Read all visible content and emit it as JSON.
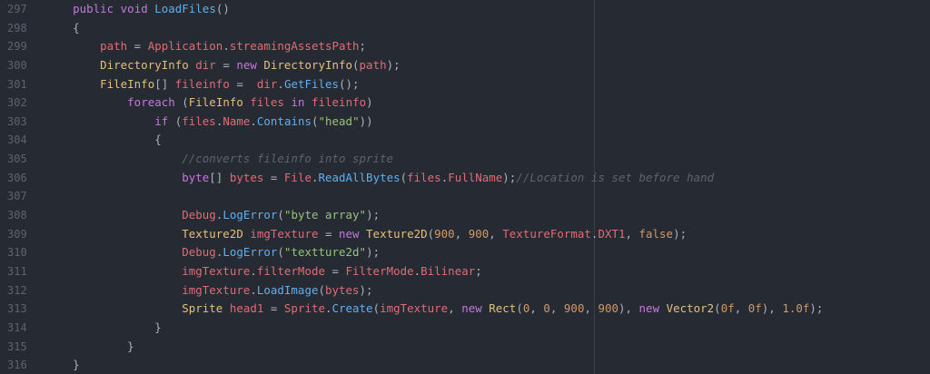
{
  "editor": {
    "theme_colors": {
      "background": "#262a33",
      "line_number": "#5c6370",
      "keyword": "#c678dd",
      "function": "#61afef",
      "type": "#e5c07b",
      "variable": "#e06c75",
      "string": "#98c379",
      "number": "#d19a66",
      "comment": "#5c6370",
      "punctuation": "#abb2bf"
    },
    "lines": [
      {
        "number": "297",
        "indent": "        ",
        "tokens": [
          [
            "kw",
            "public"
          ],
          [
            "pu",
            " "
          ],
          [
            "kw",
            "void"
          ],
          [
            "pu",
            " "
          ],
          [
            "fn",
            "LoadFiles"
          ],
          [
            "pu",
            "()"
          ]
        ]
      },
      {
        "number": "298",
        "indent": "        ",
        "tokens": [
          [
            "pu",
            "{"
          ]
        ]
      },
      {
        "number": "299",
        "indent": "            ",
        "tokens": [
          [
            "var",
            "path"
          ],
          [
            "pu",
            " = "
          ],
          [
            "var",
            "Application"
          ],
          [
            "pu",
            "."
          ],
          [
            "var",
            "streamingAssetsPath"
          ],
          [
            "pu",
            ";"
          ]
        ]
      },
      {
        "number": "300",
        "indent": "            ",
        "tokens": [
          [
            "ty",
            "DirectoryInfo"
          ],
          [
            "pu",
            " "
          ],
          [
            "var",
            "dir"
          ],
          [
            "pu",
            " = "
          ],
          [
            "kw",
            "new"
          ],
          [
            "pu",
            " "
          ],
          [
            "ty",
            "DirectoryInfo"
          ],
          [
            "pu",
            "("
          ],
          [
            "var",
            "path"
          ],
          [
            "pu",
            ");"
          ]
        ]
      },
      {
        "number": "301",
        "indent": "            ",
        "tokens": [
          [
            "ty",
            "FileInfo"
          ],
          [
            "pu",
            "[] "
          ],
          [
            "var",
            "fileinfo"
          ],
          [
            "pu",
            " =  "
          ],
          [
            "var",
            "dir"
          ],
          [
            "pu",
            "."
          ],
          [
            "fn",
            "GetFiles"
          ],
          [
            "pu",
            "();"
          ]
        ]
      },
      {
        "number": "302",
        "indent": "                ",
        "tokens": [
          [
            "kw",
            "foreach"
          ],
          [
            "pu",
            " ("
          ],
          [
            "ty",
            "FileInfo"
          ],
          [
            "pu",
            " "
          ],
          [
            "var",
            "files"
          ],
          [
            "pu",
            " "
          ],
          [
            "kw",
            "in"
          ],
          [
            "pu",
            " "
          ],
          [
            "var",
            "fileinfo"
          ],
          [
            "pu",
            ")"
          ]
        ]
      },
      {
        "number": "303",
        "indent": "                    ",
        "tokens": [
          [
            "kw",
            "if"
          ],
          [
            "pu",
            " ("
          ],
          [
            "var",
            "files"
          ],
          [
            "pu",
            "."
          ],
          [
            "var",
            "Name"
          ],
          [
            "pu",
            "."
          ],
          [
            "fn",
            "Contains"
          ],
          [
            "pu",
            "("
          ],
          [
            "str",
            "\"head\""
          ],
          [
            "pu",
            "))"
          ]
        ]
      },
      {
        "number": "304",
        "indent": "                    ",
        "tokens": [
          [
            "pu",
            "{"
          ]
        ]
      },
      {
        "number": "305",
        "indent": "                        ",
        "tokens": [
          [
            "cm",
            "//converts fileinfo into sprite"
          ]
        ]
      },
      {
        "number": "306",
        "indent": "                        ",
        "tokens": [
          [
            "kw",
            "byte"
          ],
          [
            "pu",
            "[] "
          ],
          [
            "var",
            "bytes"
          ],
          [
            "pu",
            " = "
          ],
          [
            "var",
            "File"
          ],
          [
            "pu",
            "."
          ],
          [
            "fn",
            "ReadAllBytes"
          ],
          [
            "pu",
            "("
          ],
          [
            "var",
            "files"
          ],
          [
            "pu",
            "."
          ],
          [
            "var",
            "FullName"
          ],
          [
            "pu",
            ");"
          ],
          [
            "cm",
            "//Location is set before hand"
          ]
        ]
      },
      {
        "number": "307",
        "indent": "",
        "tokens": []
      },
      {
        "number": "308",
        "indent": "                        ",
        "tokens": [
          [
            "var",
            "Debug"
          ],
          [
            "pu",
            "."
          ],
          [
            "fn",
            "LogError"
          ],
          [
            "pu",
            "("
          ],
          [
            "str",
            "\"byte array\""
          ],
          [
            "pu",
            ");"
          ]
        ]
      },
      {
        "number": "309",
        "indent": "                        ",
        "tokens": [
          [
            "ty",
            "Texture2D"
          ],
          [
            "pu",
            " "
          ],
          [
            "var",
            "imgTexture"
          ],
          [
            "pu",
            " = "
          ],
          [
            "kw",
            "new"
          ],
          [
            "pu",
            " "
          ],
          [
            "ty",
            "Texture2D"
          ],
          [
            "pu",
            "("
          ],
          [
            "num",
            "900"
          ],
          [
            "pu",
            ", "
          ],
          [
            "num",
            "900"
          ],
          [
            "pu",
            ", "
          ],
          [
            "var",
            "TextureFormat"
          ],
          [
            "pu",
            "."
          ],
          [
            "var",
            "DXT1"
          ],
          [
            "pu",
            ", "
          ],
          [
            "num",
            "false"
          ],
          [
            "pu",
            ");"
          ]
        ]
      },
      {
        "number": "310",
        "indent": "                        ",
        "tokens": [
          [
            "var",
            "Debug"
          ],
          [
            "pu",
            "."
          ],
          [
            "fn",
            "LogError"
          ],
          [
            "pu",
            "("
          ],
          [
            "str",
            "\"textture2d\""
          ],
          [
            "pu",
            ");"
          ]
        ]
      },
      {
        "number": "311",
        "indent": "                        ",
        "tokens": [
          [
            "var",
            "imgTexture"
          ],
          [
            "pu",
            "."
          ],
          [
            "var",
            "filterMode"
          ],
          [
            "pu",
            " = "
          ],
          [
            "var",
            "FilterMode"
          ],
          [
            "pu",
            "."
          ],
          [
            "var",
            "Bilinear"
          ],
          [
            "pu",
            ";"
          ]
        ]
      },
      {
        "number": "312",
        "indent": "                        ",
        "tokens": [
          [
            "var",
            "imgTexture"
          ],
          [
            "pu",
            "."
          ],
          [
            "fn",
            "LoadImage"
          ],
          [
            "pu",
            "("
          ],
          [
            "var",
            "bytes"
          ],
          [
            "pu",
            ");"
          ]
        ]
      },
      {
        "number": "313",
        "indent": "                        ",
        "tokens": [
          [
            "ty",
            "Sprite"
          ],
          [
            "pu",
            " "
          ],
          [
            "var",
            "head1"
          ],
          [
            "pu",
            " = "
          ],
          [
            "var",
            "Sprite"
          ],
          [
            "pu",
            "."
          ],
          [
            "fn",
            "Create"
          ],
          [
            "pu",
            "("
          ],
          [
            "var",
            "imgTexture"
          ],
          [
            "pu",
            ", "
          ],
          [
            "kw",
            "new"
          ],
          [
            "pu",
            " "
          ],
          [
            "ty",
            "Rect"
          ],
          [
            "pu",
            "("
          ],
          [
            "num",
            "0"
          ],
          [
            "pu",
            ", "
          ],
          [
            "num",
            "0"
          ],
          [
            "pu",
            ", "
          ],
          [
            "num",
            "900"
          ],
          [
            "pu",
            ", "
          ],
          [
            "num",
            "900"
          ],
          [
            "pu",
            "), "
          ],
          [
            "kw",
            "new"
          ],
          [
            "pu",
            " "
          ],
          [
            "ty",
            "Vector2"
          ],
          [
            "pu",
            "("
          ],
          [
            "num",
            "0f"
          ],
          [
            "pu",
            ", "
          ],
          [
            "num",
            "0f"
          ],
          [
            "pu",
            "), "
          ],
          [
            "num",
            "1.0f"
          ],
          [
            "pu",
            ");"
          ]
        ]
      },
      {
        "number": "314",
        "indent": "                    ",
        "tokens": [
          [
            "pu",
            "}"
          ]
        ]
      },
      {
        "number": "315",
        "indent": "                ",
        "tokens": [
          [
            "pu",
            "}"
          ]
        ]
      },
      {
        "number": "316",
        "indent": "        ",
        "tokens": [
          [
            "pu",
            "}"
          ]
        ]
      }
    ]
  }
}
